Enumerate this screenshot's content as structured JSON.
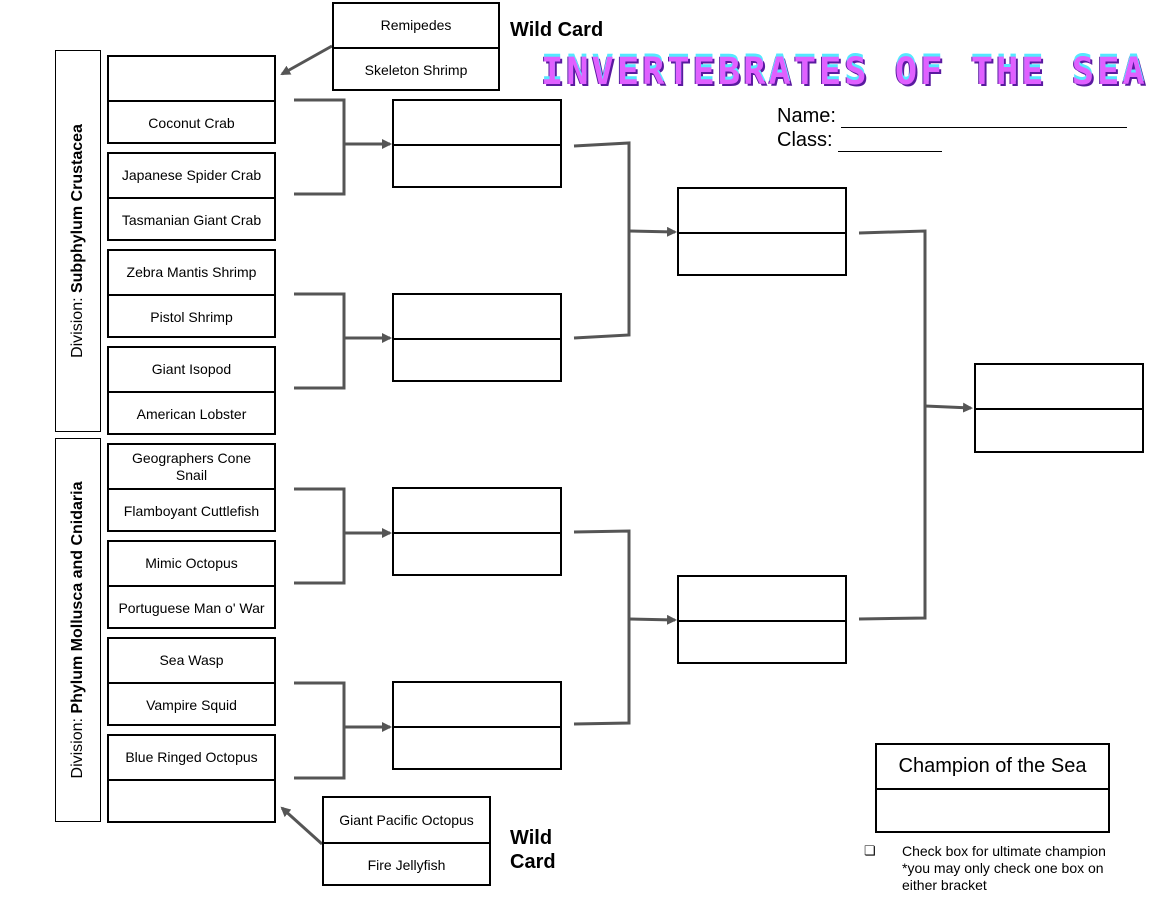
{
  "title": "INVERTEBRATES OF THE SEA",
  "form": {
    "name_label": "Name:",
    "class_label": "Class:"
  },
  "wild_card_top": {
    "label": "Wild Card",
    "teams": [
      "Remipedes",
      "Skeleton Shrimp"
    ]
  },
  "wild_card_bottom": {
    "label_line1": "Wild",
    "label_line2": "Card",
    "teams": [
      "Giant Pacific Octopus",
      "Fire Jellyfish"
    ]
  },
  "divisions": {
    "top": {
      "prefix": "Division: ",
      "name": "Subphylum Crustacea"
    },
    "bottom": {
      "prefix": "Division: ",
      "name": "Phylum Mollusca and Cnidaria"
    }
  },
  "round1": [
    [
      "",
      "Coconut Crab"
    ],
    [
      "Japanese Spider Crab",
      "Tasmanian Giant Crab"
    ],
    [
      "Zebra Mantis Shrimp",
      "Pistol Shrimp"
    ],
    [
      "Giant Isopod",
      "American Lobster"
    ],
    [
      "Geographers Cone Snail",
      "Flamboyant Cuttlefish"
    ],
    [
      "Mimic Octopus",
      "Portuguese Man o' War"
    ],
    [
      "Sea Wasp",
      "Vampire Squid"
    ],
    [
      "Blue Ringed Octopus",
      ""
    ]
  ],
  "champion": {
    "title": "Champion of the Sea"
  },
  "notes": {
    "checkbox_symbol": "❏",
    "line1": "Check box for ultimate champion",
    "line2": "*you may only check one box on",
    "line3": "either bracket"
  }
}
